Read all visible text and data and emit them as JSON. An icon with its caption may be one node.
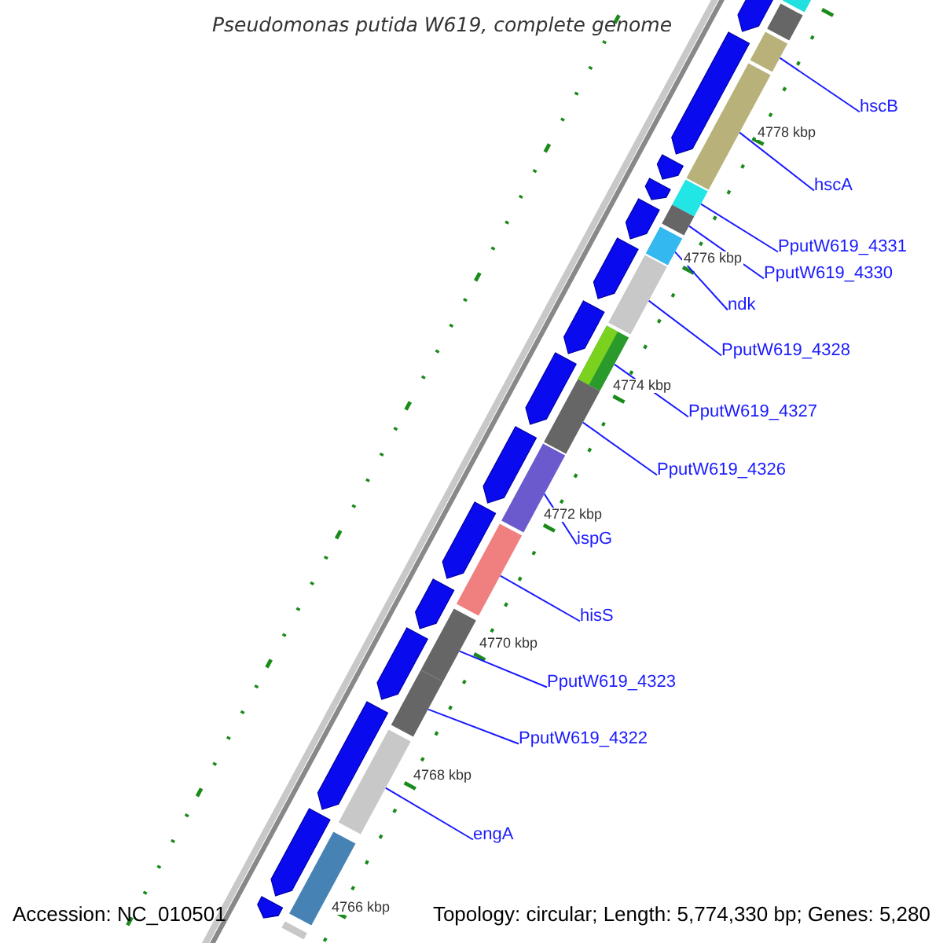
{
  "diagram": {
    "title": "Pseudomonas putida W619, complete genome",
    "nodes": [
      {
        "text": [
          "hscB"
        ]
      },
      {
        "text": [
          "hscA"
        ]
      },
      {
        "text": [
          "PputW619_4331"
        ]
      },
      {
        "text": [
          "PputW619_4330"
        ]
      },
      {
        "text": [
          "ndk"
        ]
      },
      {
        "text": [
          "PputW619_4328"
        ]
      },
      {
        "text": [
          "PputW619_4327"
        ]
      },
      {
        "text": [
          "PputW619_4326"
        ]
      },
      {
        "text": [
          "ispG"
        ]
      },
      {
        "text": [
          "hisS"
        ]
      },
      {
        "text": [
          "PputW619_4323"
        ]
      },
      {
        "text": [
          "PputW619_4322"
        ]
      },
      {
        "text": [
          "engA"
        ]
      },
      {
        "text": [],
        "shape": "bar"
      },
      {
        "text": [],
        "shape": "bar"
      },
      {
        "text": [],
        "shape": "bar"
      },
      {
        "text": [],
        "shape": "bar"
      },
      {
        "text": [],
        "shape": "bar"
      },
      {
        "text": [],
        "shape": "bar"
      },
      {
        "text": [],
        "shape": "bar"
      },
      {
        "text": [],
        "shape": "bar"
      },
      {
        "text": [],
        "shape": "bar"
      },
      {
        "text": [],
        "shape": "bar"
      },
      {
        "text": [],
        "shape": "bar"
      },
      {
        "text": [],
        "shape": "bar"
      },
      {
        "text": [],
        "shape": "bar"
      },
      {
        "text": [],
        "shape": "bar"
      },
      {
        "text": [],
        "shape": "bar"
      },
      {
        "text": [],
        "shape": "bar"
      },
      {
        "text": [],
        "shape": "bar"
      },
      {
        "text": [],
        "shape": "bar"
      },
      {
        "text": [],
        "shape": "bar"
      },
      {
        "text": [],
        "shape": "bar"
      },
      {
        "text": [],
        "shape": "bar"
      },
      {
        "text": [],
        "shape": "bar"
      },
      {
        "text": [],
        "shape": "bar"
      },
      {
        "text": [],
        "shape": "bar"
      },
      {
        "text": [],
        "shape": "bar"
      },
      {
        "text": [],
        "shape": "bar"
      },
      {
        "text": [],
        "shape": "bar"
      },
      {
        "text": [],
        "shape": "bar"
      },
      {
        "text": [],
        "shape": "bar"
      },
      {
        "text": [],
        "shape": "bar"
      },
      {
        "text": [],
        "shape": "bar"
      },
      {
        "text": [],
        "shape": "bar"
      }
    ],
    "edges": [
      {
        "from": 0,
        "to": 15,
        "arrow": "none"
      },
      {
        "from": 1,
        "to": 16,
        "arrow": "none"
      },
      {
        "from": 2,
        "to": 17,
        "arrow": "none"
      },
      {
        "from": 3,
        "to": 18,
        "arrow": "none"
      },
      {
        "from": 4,
        "to": 19,
        "arrow": "none"
      },
      {
        "from": 5,
        "to": 20,
        "arrow": "none"
      },
      {
        "from": 6,
        "to": 21,
        "arrow": "none"
      },
      {
        "from": 7,
        "to": 22,
        "arrow": "none"
      },
      {
        "from": 8,
        "to": 23,
        "arrow": "none"
      },
      {
        "from": 9,
        "to": 24,
        "arrow": "none"
      },
      {
        "from": 10,
        "to": 25,
        "arrow": "none"
      },
      {
        "from": 11,
        "to": 26,
        "arrow": "none"
      },
      {
        "from": 12,
        "to": 27,
        "arrow": "none"
      }
    ],
    "labels": [
      "4778 kbp",
      "4776 kbp",
      "4774 kbp",
      "4772 kbp",
      "4770 kbp",
      "4768 kbp",
      "Accession: NC_010501",
      "4766 kbp",
      "Topology: circular; Length: 5,774,330 bp; Genes: 5,280"
    ]
  }
}
